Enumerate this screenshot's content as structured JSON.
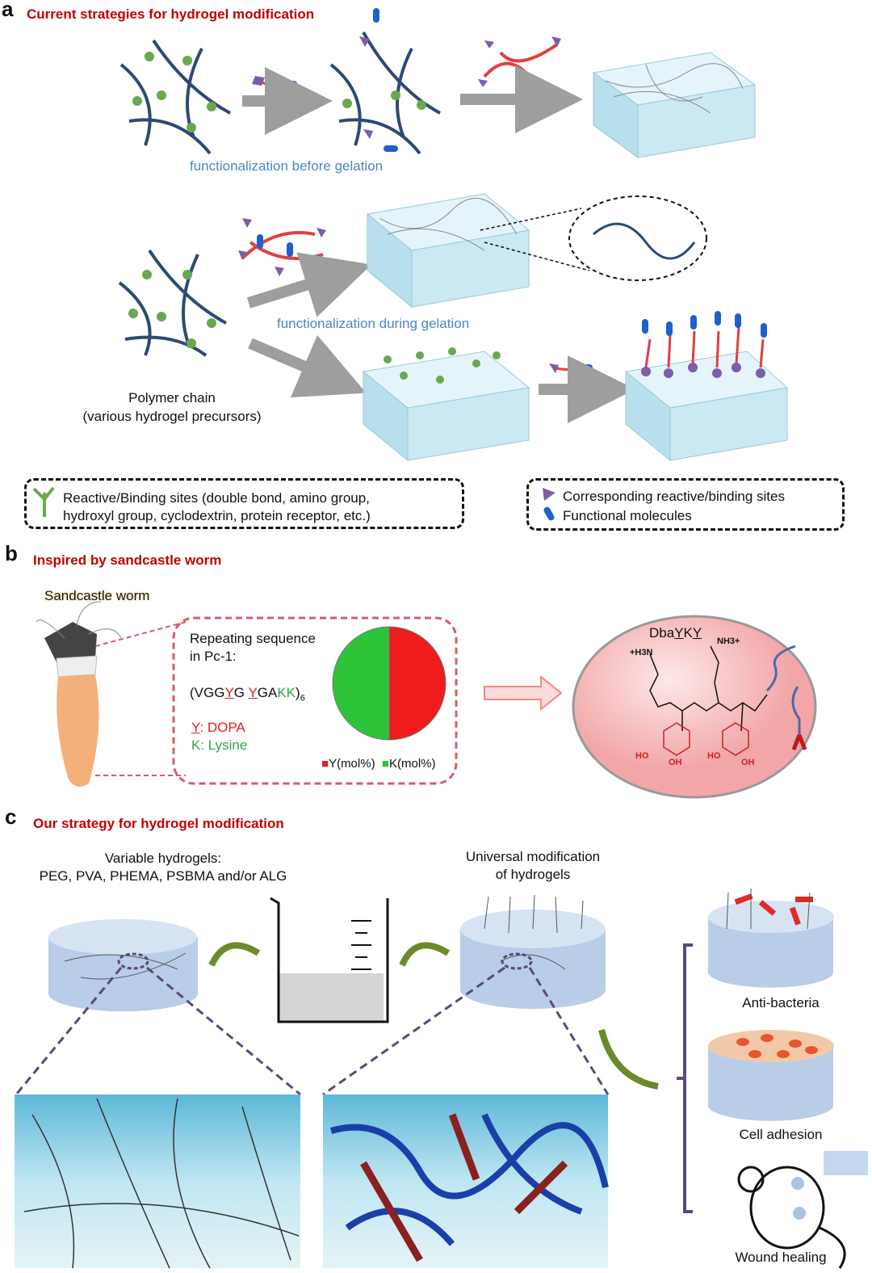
{
  "panel_a": {
    "letter": "a",
    "title": "Current strategies for hydrogel modification",
    "caption_before": "functionalization before gelation",
    "caption_during": "functionalization during gelation",
    "polymer_label_1": "Polymer chain",
    "polymer_label_2": "(various hydrogel precursors)",
    "legend_left_1": "Reactive/Binding sites (double bond, amino group,",
    "legend_left_2": "hydroxyl group, cyclodextrin, protein receptor, etc.)",
    "legend_right_1": "Corresponding reactive/binding sites",
    "legend_right_2": "Functional molecules"
  },
  "panel_b": {
    "letter": "b",
    "title": "Inspired by sandcastle worm",
    "worm_label": "Sandcastle worm",
    "seq_label_1": "Repeating sequence",
    "seq_label_2": "in Pc-1:",
    "seq_1": "(VGG",
    "seq_y1": "Y",
    "seq_2": "G ",
    "seq_y2": "Y",
    "seq_3": "GA",
    "seq_kk": "KK",
    "seq_4": ")",
    "seq_sub": "6",
    "key_y": "Y",
    "key_y_rest": ": DOPA",
    "key_k": "K: Lysine",
    "molecule_name_1": "Dba",
    "molecule_name_y1": "Y",
    "molecule_name_k": "K",
    "molecule_name_y2": "Y",
    "nh3_left": "+H3N",
    "nh3_right": "NH3+",
    "ho": "HO",
    "oh": "OH"
  },
  "chart_data": {
    "type": "pie",
    "labels": [
      "Y(mol%)",
      "K(mol%)"
    ],
    "values": [
      50,
      50
    ],
    "colors": [
      "#ee1c1c",
      "#2ec43a"
    ],
    "legend": "bottom"
  },
  "panel_c": {
    "letter": "c",
    "title": "Our strategy for hydrogel modification",
    "variable_1": "Variable hydrogels:",
    "variable_2": "PEG, PVA, PHEMA, PSBMA and/or ALG",
    "universal_1": "Universal modification",
    "universal_2": "of hydrogels",
    "app_1": "Anti-bacteria",
    "app_2": "Cell adhesion",
    "app_3": "Wound healing"
  },
  "colors": {
    "title_red": "#c00000",
    "caption_blue": "#4a86c8",
    "polymer": "#2e4a73",
    "site_green": "#6aa84f",
    "purple": "#7b5ea7",
    "gel": "#bfe3ef"
  }
}
